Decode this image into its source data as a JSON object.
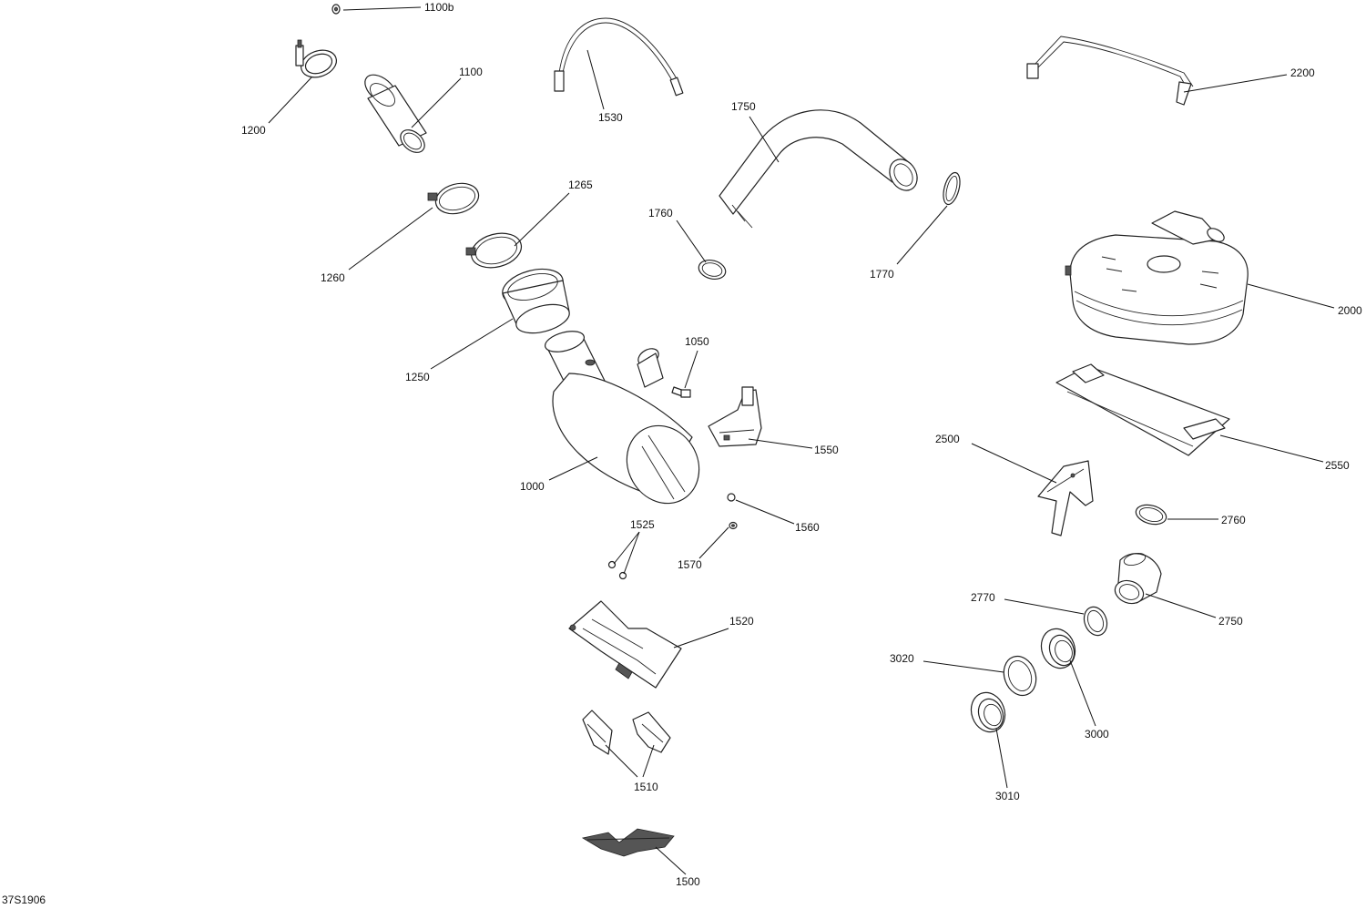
{
  "figure_code": "37S1906",
  "callouts": [
    {
      "id": "1100b",
      "text": "1100b",
      "icon": "nut-icon"
    },
    {
      "id": "1100",
      "text": "1100",
      "icon": "pipe-icon"
    },
    {
      "id": "1200",
      "text": "1200",
      "icon": "clamp-icon"
    },
    {
      "id": "1530",
      "text": "1530",
      "icon": "strap-icon"
    },
    {
      "id": "2200",
      "text": "2200",
      "icon": "strap-icon"
    },
    {
      "id": "1750",
      "text": "1750",
      "icon": "bent-pipe-icon"
    },
    {
      "id": "1265",
      "text": "1265",
      "icon": "clamp-icon"
    },
    {
      "id": "1760",
      "text": "1760",
      "icon": "clamp-icon"
    },
    {
      "id": "1260",
      "text": "1260",
      "icon": "clamp-icon"
    },
    {
      "id": "1770",
      "text": "1770",
      "icon": "clamp-icon"
    },
    {
      "id": "2000",
      "text": "2000",
      "icon": "muffler-icon"
    },
    {
      "id": "1250",
      "text": "1250",
      "icon": "sleeve-icon"
    },
    {
      "id": "1050",
      "text": "1050",
      "icon": "sensor-icon"
    },
    {
      "id": "1550",
      "text": "1550",
      "icon": "bracket-icon"
    },
    {
      "id": "2500",
      "text": "2500",
      "icon": "bracket-icon"
    },
    {
      "id": "2550",
      "text": "2550",
      "icon": "heat-shield-icon"
    },
    {
      "id": "1000",
      "text": "1000",
      "icon": "canister-icon"
    },
    {
      "id": "1560",
      "text": "1560",
      "icon": "nut-icon"
    },
    {
      "id": "2760",
      "text": "2760",
      "icon": "clamp-icon"
    },
    {
      "id": "1525",
      "text": "1525",
      "icon": "screw-icon"
    },
    {
      "id": "1570",
      "text": "1570",
      "icon": "washer-icon"
    },
    {
      "id": "2770",
      "text": "2770",
      "icon": "clamp-icon"
    },
    {
      "id": "2750",
      "text": "2750",
      "icon": "elbow-icon"
    },
    {
      "id": "1520",
      "text": "1520",
      "icon": "heat-shield-icon"
    },
    {
      "id": "3020",
      "text": "3020",
      "icon": "ring-icon"
    },
    {
      "id": "3000",
      "text": "3000",
      "icon": "fitting-icon"
    },
    {
      "id": "1510",
      "text": "1510",
      "icon": "clip-icon"
    },
    {
      "id": "3010",
      "text": "3010",
      "icon": "fitting-icon"
    },
    {
      "id": "1500",
      "text": "1500",
      "icon": "pad-icon"
    }
  ]
}
